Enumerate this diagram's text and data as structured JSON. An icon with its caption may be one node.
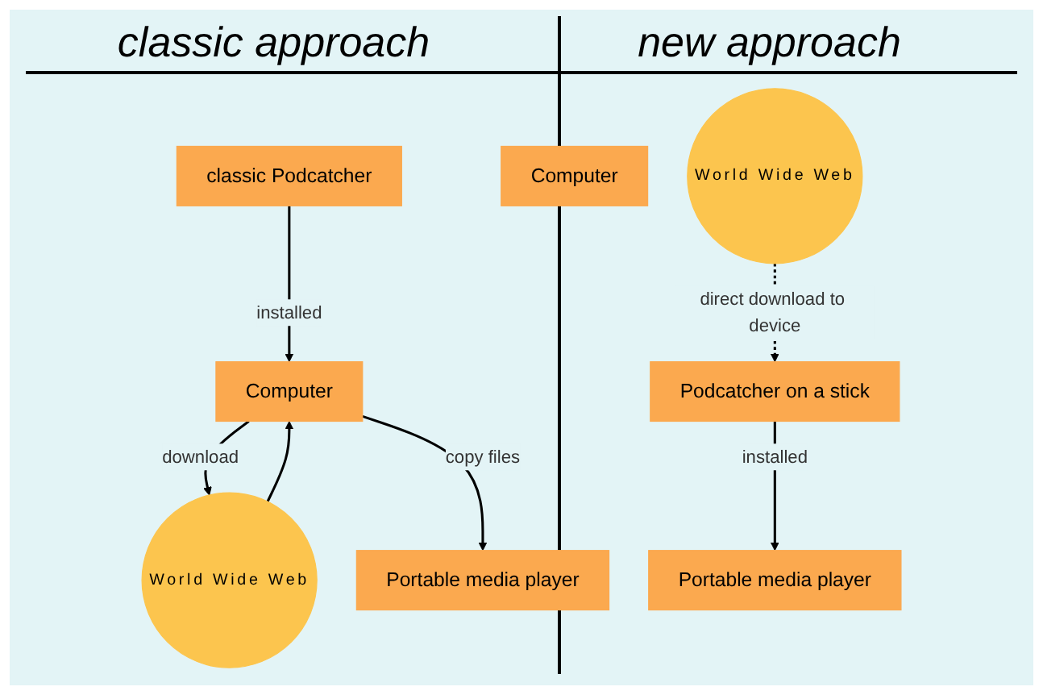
{
  "diagram": {
    "nodes": [
      {
        "text": [
          "classic Podcatcher"
        ]
      },
      {
        "text": [
          "World Wide Web"
        ]
      },
      {
        "text": [
          "Computer"
        ]
      },
      {
        "text": [
          "Portable media player"
        ]
      },
      {
        "text": [
          "Computer"
        ]
      },
      {
        "text": [
          "World Wide Web"
        ]
      },
      {
        "text": [
          "Podcatcher on a stick"
        ]
      },
      {
        "text": [
          "Portable media player"
        ]
      }
    ],
    "edges": [
      {
        "from": 0,
        "to": 2,
        "arrow": "to",
        "label": "installed"
      },
      {
        "from": 1,
        "to": 2,
        "arrow": "to"
      },
      {
        "from": 2,
        "to": 1,
        "arrow": "to",
        "label": "download"
      },
      {
        "from": 2,
        "to": 3,
        "arrow": "to",
        "label": "copy files"
      },
      {
        "from": 5,
        "to": 6,
        "arrow": "to",
        "label": "direct download to device",
        "style": "dashed"
      },
      {
        "from": 6,
        "to": 7,
        "arrow": "to",
        "label": "installed"
      }
    ],
    "labels": [
      "classic approach",
      "new approach"
    ]
  }
}
